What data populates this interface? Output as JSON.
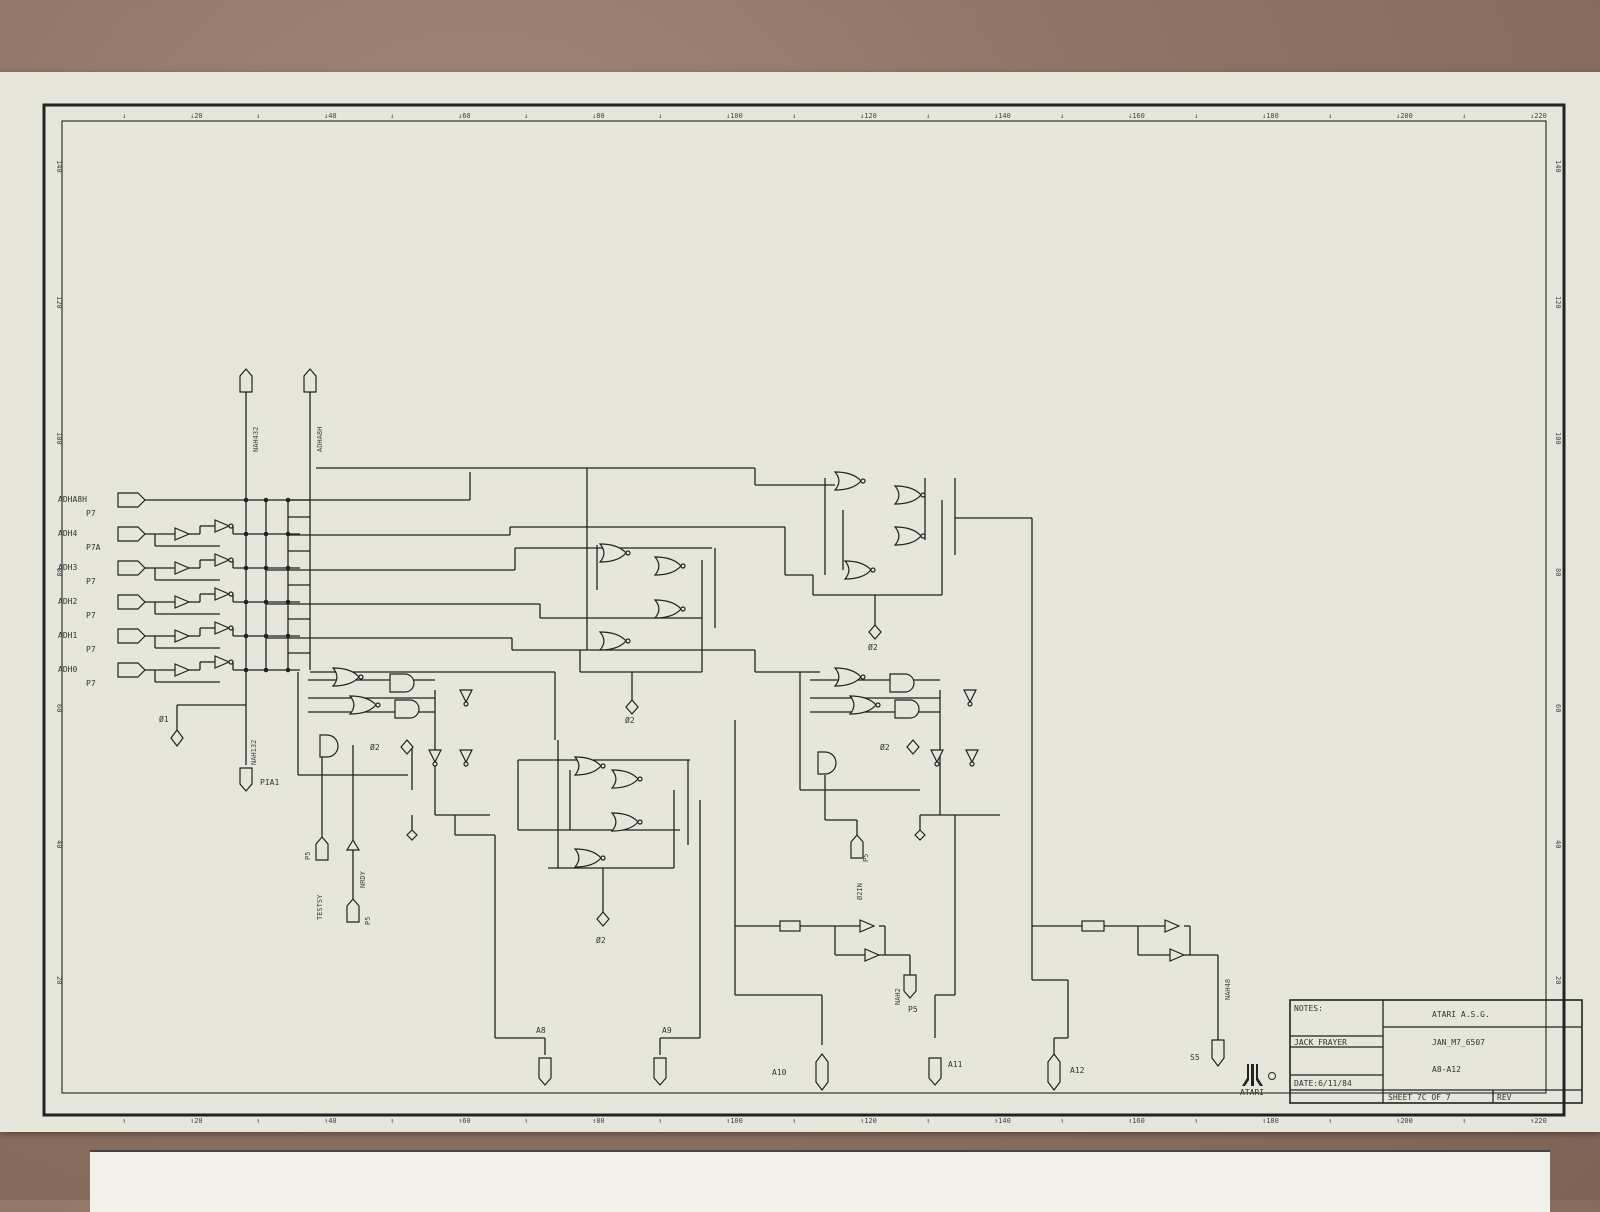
{
  "sheet": {
    "ruler_top": [
      "20",
      "40",
      "60",
      "80",
      "100",
      "120",
      "140",
      "160",
      "180",
      "200",
      "220"
    ],
    "ruler_side": [
      "140",
      "120",
      "100",
      "80",
      "60",
      "40",
      "20"
    ]
  },
  "signals": {
    "inputs": [
      {
        "name": "ADHA8H",
        "ref": "P7"
      },
      {
        "name": "ADH4",
        "ref": "P7A"
      },
      {
        "name": "ADH3",
        "ref": "P7"
      },
      {
        "name": "ADH2",
        "ref": "P7"
      },
      {
        "name": "ADH1",
        "ref": "P7"
      },
      {
        "name": "ADH0",
        "ref": "P7"
      }
    ],
    "top_ports": [
      "NAH432",
      "ADHA8H"
    ],
    "pia_port": "NAH132",
    "pia_label": "PIA1",
    "phi1": "Ø1",
    "phi2": "Ø2",
    "phi2_in": "Ø2IN",
    "p5": "P5",
    "testsy": "TESTSY",
    "nrdy": "NRDY",
    "nah2": "NAH2",
    "nah48": "NAH48",
    "s5": "S5",
    "outputs": [
      "A8",
      "A9",
      "A10",
      "A11",
      "A12"
    ]
  },
  "title_block": {
    "notes_label": "NOTES:",
    "company": "ATARI  A.S.G.",
    "drawn_by": "JACK FRAYER",
    "drawing": "JAN_M7_6507",
    "title": "A8-A12",
    "date": "DATE:6/11/84",
    "sheet": "SHEET 7C OF 7",
    "rev": "REV",
    "logo_text": "ATARI"
  }
}
